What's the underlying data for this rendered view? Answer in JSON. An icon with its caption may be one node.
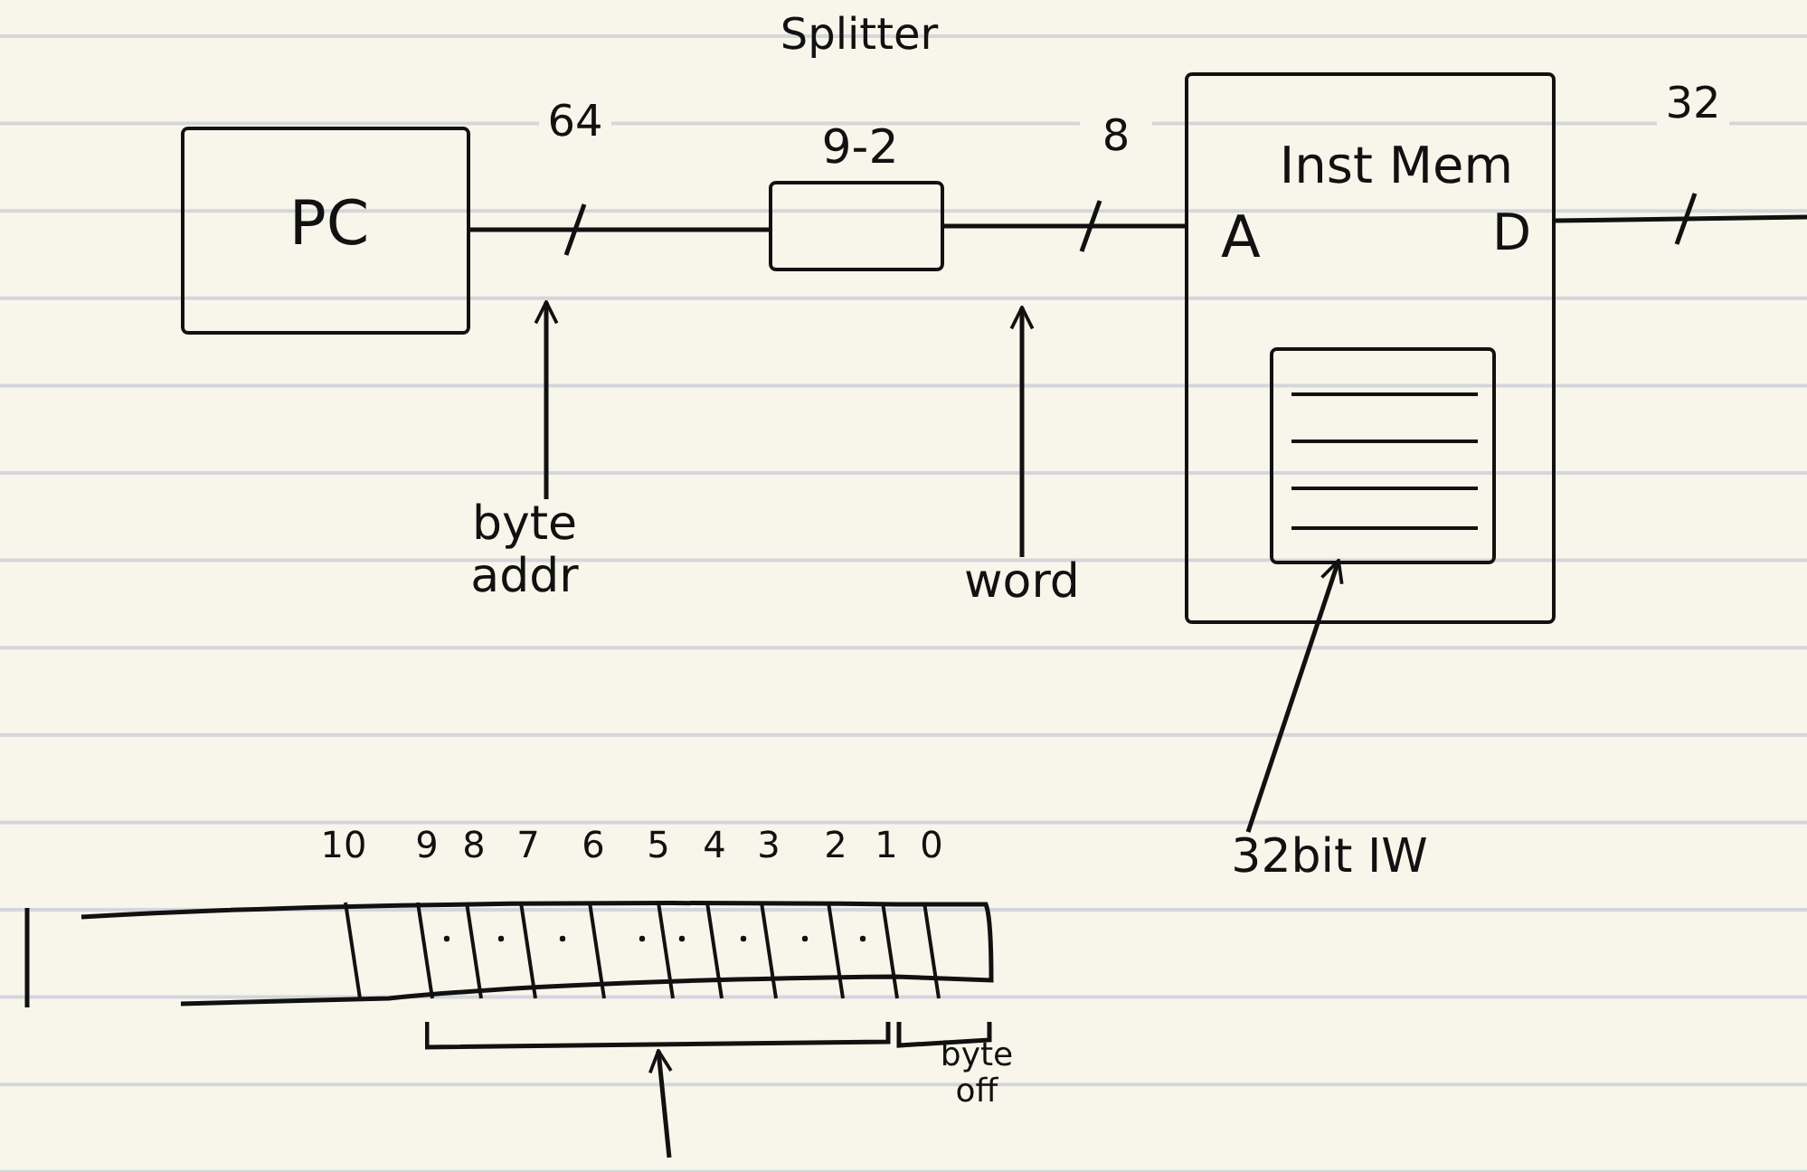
{
  "diagram": {
    "nodes": [
      {
        "text": [
          "PC"
        ]
      },
      {
        "text": [
          "9-2"
        ],
        "beside": [
          "Splitter"
        ]
      },
      {
        "text": [
          "A",
          "Inst Mem",
          "D"
        ]
      },
      {
        "text": [],
        "shape": "box",
        "in": 2
      },
      {
        "text": [
          "byte addr"
        ]
      },
      {
        "text": [
          "word"
        ]
      },
      {
        "text": [
          "32bit IW"
        ]
      },
      {
        "text": [],
        "shape": "bar"
      },
      {
        "text": [],
        "shape": "bracket"
      }
    ],
    "edges": [
      {
        "from": 0,
        "to": 1,
        "arrow": "none",
        "label": "64"
      },
      {
        "from": 1,
        "to": 2,
        "arrow": "none",
        "label": "8"
      },
      {
        "from": 2,
        "to": null,
        "arrow": "none",
        "label": "32"
      },
      {
        "from": 4,
        "to": null,
        "arrow": "to"
      },
      {
        "from": 5,
        "to": null,
        "arrow": "to"
      },
      {
        "from": 6,
        "to": 3,
        "arrow": "to"
      },
      {
        "from": null,
        "to": 8,
        "arrow": "to"
      }
    ],
    "labels": [
      "10",
      "9",
      "8",
      "7",
      "6",
      "5",
      "4",
      "3",
      "2",
      "1",
      "0",
      "byte off"
    ]
  }
}
